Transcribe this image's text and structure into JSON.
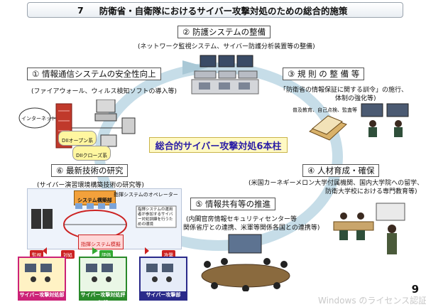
{
  "title": {
    "number": "7",
    "text": "防衛省・自衛隊におけるサイバー攻撃対処のための総合的施策"
  },
  "center": "総合的サイバー攻撃対処6本柱",
  "pillars": [
    {
      "label": "① 情報通信システムの安全性向上",
      "sub": "(ファイアウォール、ウィルス検知ソフトの導入等)"
    },
    {
      "label": "② 防護システムの整備",
      "sub": "(ネットワーク監視システム、サイバー防護分析装置等の整備)"
    },
    {
      "label": "③ 規 則 の 整 備 等",
      "sub1": "「防衛省の情報保証に関する訓令」の施行、",
      "sub2": "体制の強化等)"
    },
    {
      "label": "④ 人材育成・確保",
      "sub1": "(米国カーネギーメロン大学付属機関、国内大学院への留学、",
      "sub2": "防衛大学校における専門教育等)"
    },
    {
      "label": "⑤ 情報共有等の推進",
      "sub1": "(内閣官房情報セキュリティセンター等",
      "sub2": "関係省庁との連携、米軍等関係各国との連携等)"
    },
    {
      "label": "⑥ 最新技術の研究",
      "sub": "(サイバー演習環境構築技術の研究等)"
    }
  ],
  "illus1": {
    "internet": "インターネット",
    "open": "DIIオープン系",
    "closed": "DIIクローズ系"
  },
  "illus3": {
    "caption": "普及教育、自己点検、監査等"
  },
  "illus6": {
    "sysname": "システム構築部",
    "operator": "指揮システムのオペレーター",
    "desc": "指揮システムの運用者が参加するサイバー対処訓練を行うための環境",
    "env": "指揮システム模擬",
    "watch": "監視",
    "respond": "対処",
    "evaluate": "評価",
    "attack": "攻撃",
    "team1": "サイバー攻撃対処部",
    "team2": "サイバー攻撃対処評価部",
    "team3": "サイバー攻撃部"
  },
  "page_number": "9",
  "watermark": "Windows のライセンス認証",
  "colors": {
    "ring": "#c6dde8",
    "center_bg": "#fff9c4",
    "center_text": "#2b1ea6",
    "red": "#cc2222",
    "green": "#33aa33"
  }
}
